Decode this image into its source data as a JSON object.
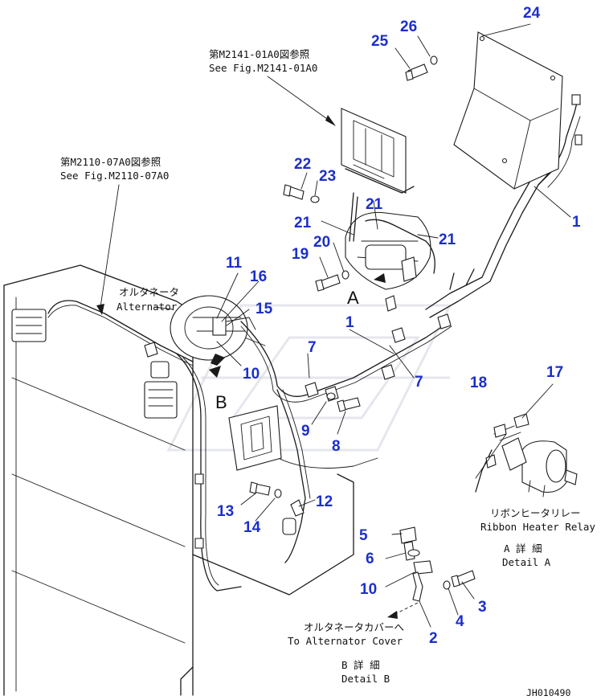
{
  "callouts": [
    {
      "id": "c1a",
      "label": "1"
    },
    {
      "id": "c1b",
      "label": "1"
    },
    {
      "id": "c2",
      "label": "2"
    },
    {
      "id": "c3",
      "label": "3"
    },
    {
      "id": "c4",
      "label": "4"
    },
    {
      "id": "c5",
      "label": "5"
    },
    {
      "id": "c6",
      "label": "6"
    },
    {
      "id": "c7a",
      "label": "7"
    },
    {
      "id": "c7b",
      "label": "7"
    },
    {
      "id": "c8",
      "label": "8"
    },
    {
      "id": "c9",
      "label": "9"
    },
    {
      "id": "c10a",
      "label": "10"
    },
    {
      "id": "c10b",
      "label": "10"
    },
    {
      "id": "c11",
      "label": "11"
    },
    {
      "id": "c12",
      "label": "12"
    },
    {
      "id": "c13",
      "label": "13"
    },
    {
      "id": "c14",
      "label": "14"
    },
    {
      "id": "c15",
      "label": "15"
    },
    {
      "id": "c16",
      "label": "16"
    },
    {
      "id": "c17",
      "label": "17"
    },
    {
      "id": "c18",
      "label": "18"
    },
    {
      "id": "c19",
      "label": "19"
    },
    {
      "id": "c20",
      "label": "20"
    },
    {
      "id": "c21a",
      "label": "21"
    },
    {
      "id": "c21b",
      "label": "21"
    },
    {
      "id": "c21c",
      "label": "21"
    },
    {
      "id": "c22",
      "label": "22"
    },
    {
      "id": "c23",
      "label": "23"
    },
    {
      "id": "c24",
      "label": "24"
    },
    {
      "id": "c25",
      "label": "25"
    },
    {
      "id": "c26",
      "label": "26"
    }
  ],
  "notes": {
    "ref_m2141_jp": "第M2141-01A0図参照",
    "ref_m2141_en": "See Fig.M2141-01A0",
    "ref_m2110_jp": "第M2110-07A0図参照",
    "ref_m2110_en": "See Fig.M2110-07A0",
    "alternator_jp": "オルタネータ",
    "alternator_en": "Alternator",
    "ribbon_relay_jp": "リボンヒータリレー",
    "ribbon_relay_en": "Ribbon Heater Relay",
    "detail_a_jp": "A 詳 細",
    "detail_a_en": "Detail A",
    "to_cover_jp": "オルタネータカバーへ",
    "to_cover_en": "To Alternator Cover",
    "detail_b_jp": "B 詳 細",
    "detail_b_en": "Detail B",
    "view_a": "A",
    "view_b": "B",
    "drawing_code": "JH010490"
  },
  "colors": {
    "callout": "#1c2fc9",
    "line": "#1a1a1a",
    "watermark": "#cfd4dc"
  }
}
